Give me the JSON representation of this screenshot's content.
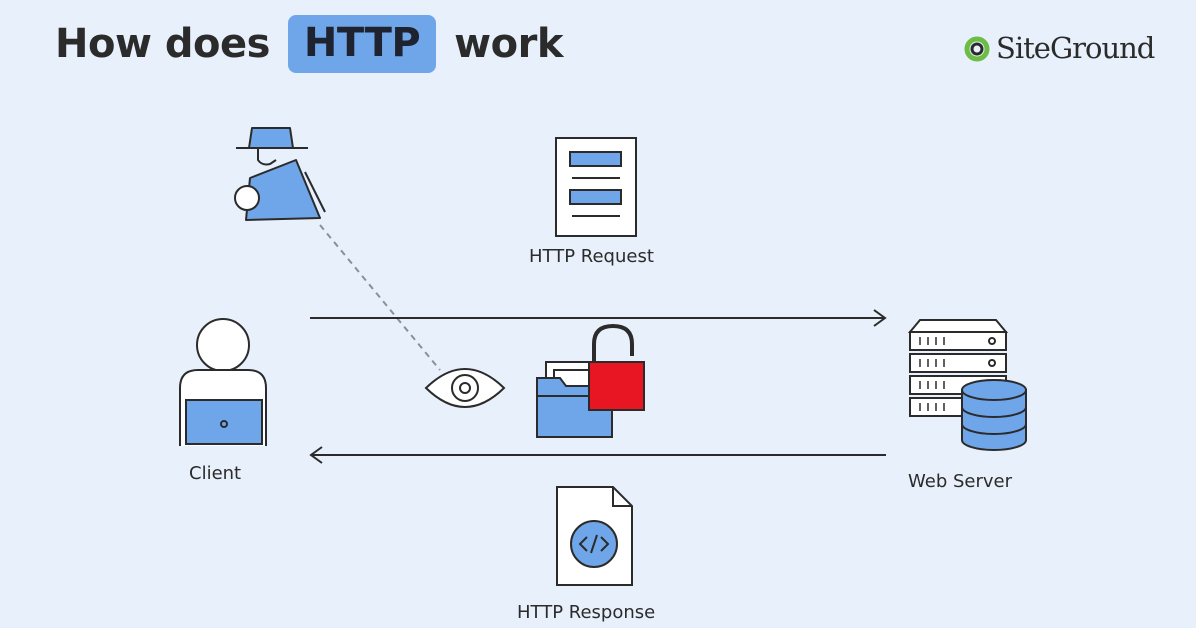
{
  "title": {
    "prefix": "How does",
    "highlight": "HTTP",
    "suffix": "work"
  },
  "brand": {
    "name": "SiteGround",
    "icon": "siteground-logo-icon"
  },
  "labels": {
    "request": "HTTP Request",
    "response": "HTTP Response",
    "client": "Client",
    "server": "Web Server"
  },
  "colors": {
    "background": "#e8f0fb",
    "accent_blue": "#6fa6ea",
    "lock_red": "#e81623",
    "logo_green": "#6cbd45",
    "outline": "#2b2b2b"
  },
  "icons": [
    "hacker-icon",
    "request-document-icon",
    "client-user-icon",
    "laptop-icon",
    "eye-icon",
    "folder-icon",
    "open-padlock-icon",
    "server-rack-icon",
    "database-icon",
    "response-code-document-icon",
    "request-arrow",
    "response-arrow",
    "eavesdrop-dashed-line"
  ]
}
